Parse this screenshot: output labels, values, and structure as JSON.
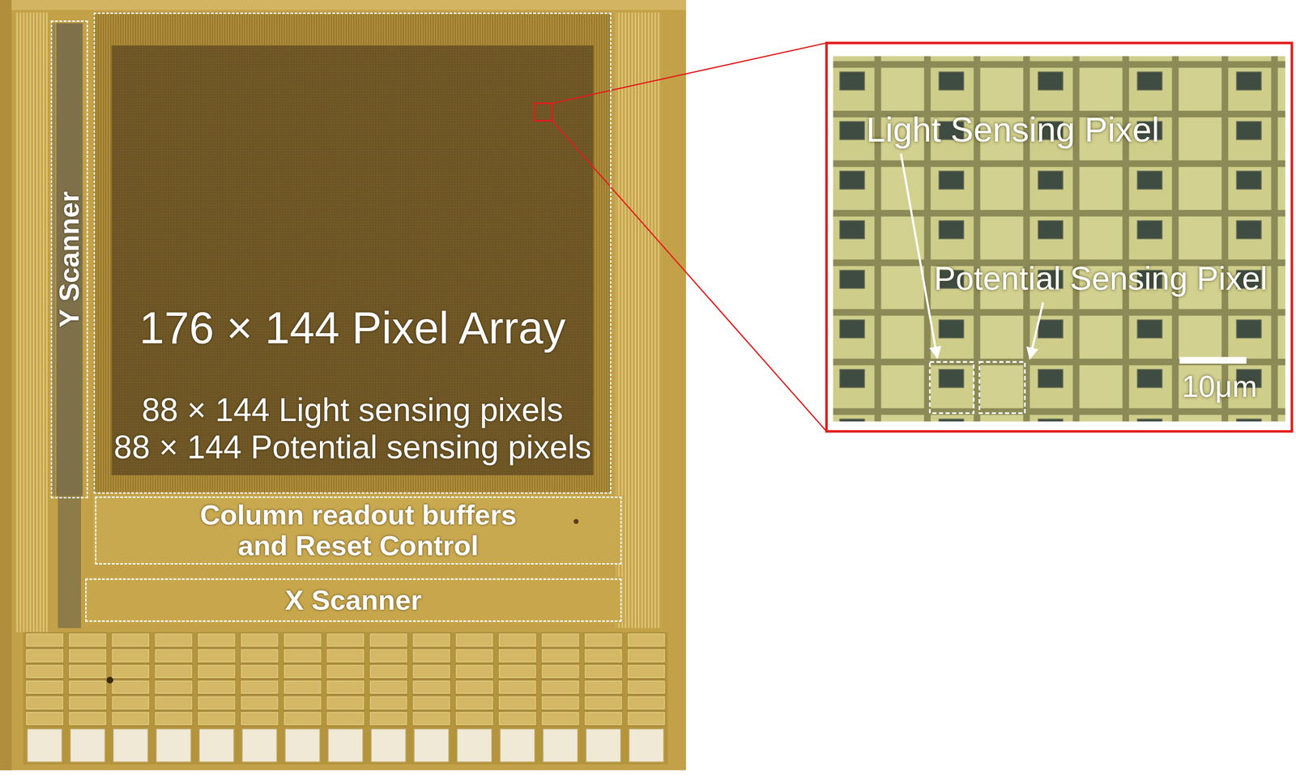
{
  "diagram": {
    "nodes": [
      {
        "text": [
          "Y Scanner"
        ]
      },
      {
        "text": [
          "176 × 144 Pixel Array",
          "88 × 144 Light sensing pixels",
          "88 × 144 Potential sensing pixels"
        ]
      },
      {
        "text": [
          "Column readout buffers and Reset Control"
        ]
      },
      {
        "text": [
          "X Scanner"
        ]
      }
    ],
    "labels": [
      "Light Sensing Pixel",
      "Potential Sensing Pixel",
      "10μm"
    ]
  }
}
